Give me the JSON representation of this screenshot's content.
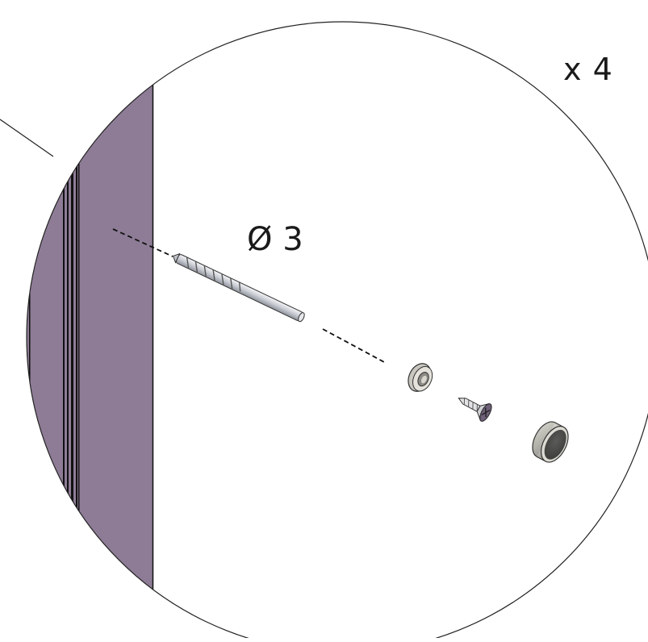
{
  "quantity_label": "x 4",
  "drill_diameter_label": "Ø 3",
  "parts": [
    {
      "name": "drill-bit"
    },
    {
      "name": "washer-cup"
    },
    {
      "name": "screw"
    },
    {
      "name": "screw-cover-cap"
    }
  ],
  "colors": {
    "panel": "#8e7c96",
    "panel_edge": "#111111",
    "outline": "#222222",
    "metal": "#d9dbe0",
    "cap": "#9a9a94"
  }
}
